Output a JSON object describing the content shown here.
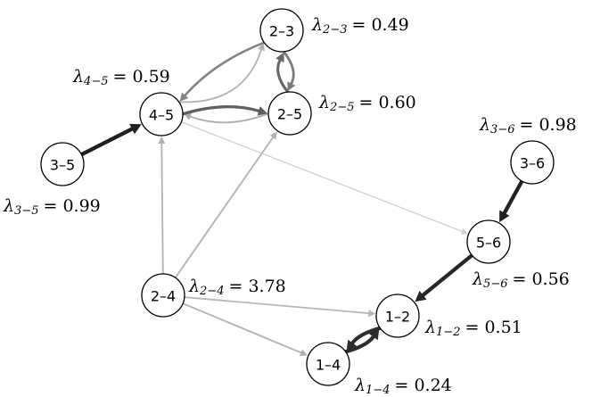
{
  "nodes": [
    {
      "id": "2-3",
      "label": "2–3"
    },
    {
      "id": "4-5",
      "label": "4–5"
    },
    {
      "id": "2-5",
      "label": "2–5"
    },
    {
      "id": "3-5",
      "label": "3–5"
    },
    {
      "id": "3-6",
      "label": "3–6"
    },
    {
      "id": "5-6",
      "label": "5–6"
    },
    {
      "id": "2-4",
      "label": "2–4"
    },
    {
      "id": "1-2",
      "label": "1–2"
    },
    {
      "id": "1-4",
      "label": "1–4"
    }
  ],
  "rate_labels": [
    {
      "node": "2-3",
      "symbol": "λ",
      "subscript": "2−3",
      "value": "= 0.49"
    },
    {
      "node": "4-5",
      "symbol": "λ",
      "subscript": "4−5",
      "value": "= 0.59"
    },
    {
      "node": "2-5",
      "symbol": "λ",
      "subscript": "2−5",
      "value": "= 0.60"
    },
    {
      "node": "3-5",
      "symbol": "λ",
      "subscript": "3−5",
      "value": "= 0.99"
    },
    {
      "node": "3-6",
      "symbol": "λ",
      "subscript": "3−6",
      "value": "= 0.98"
    },
    {
      "node": "5-6",
      "symbol": "λ",
      "subscript": "5−6",
      "value": "= 0.56"
    },
    {
      "node": "2-4",
      "symbol": "λ",
      "subscript": "2−4",
      "value": "= 3.78"
    },
    {
      "node": "1-2",
      "symbol": "λ",
      "subscript": "1−2",
      "value": "= 0.51"
    },
    {
      "node": "1-4",
      "symbol": "λ",
      "subscript": "1−4",
      "value": "= 0.24"
    }
  ],
  "edges": [
    {
      "from": "3-5",
      "to": "4-5",
      "weight": 0.99
    },
    {
      "from": "3-6",
      "to": "5-6",
      "weight": 0.98
    },
    {
      "from": "5-6",
      "to": "1-2",
      "weight": 0.95
    },
    {
      "from": "1-2",
      "to": "1-4",
      "weight": 0.92
    },
    {
      "from": "1-4",
      "to": "1-2",
      "weight": 0.92
    },
    {
      "from": "4-5",
      "to": "2-5",
      "weight": 0.65
    },
    {
      "from": "2-5",
      "to": "4-5",
      "weight": 0.22
    },
    {
      "from": "2-3",
      "to": "4-5",
      "weight": 0.45
    },
    {
      "from": "4-5",
      "to": "2-3",
      "weight": 0.2
    },
    {
      "from": "2-3",
      "to": "2-5",
      "weight": 0.5
    },
    {
      "from": "2-5",
      "to": "2-3",
      "weight": 0.6
    },
    {
      "from": "2-4",
      "to": "4-5",
      "weight": 0.2
    },
    {
      "from": "2-4",
      "to": "2-5",
      "weight": 0.2
    },
    {
      "from": "2-4",
      "to": "1-2",
      "weight": 0.18
    },
    {
      "from": "2-4",
      "to": "1-4",
      "weight": 0.2
    },
    {
      "from": "4-5",
      "to": "5-6",
      "weight": 0.04
    }
  ]
}
